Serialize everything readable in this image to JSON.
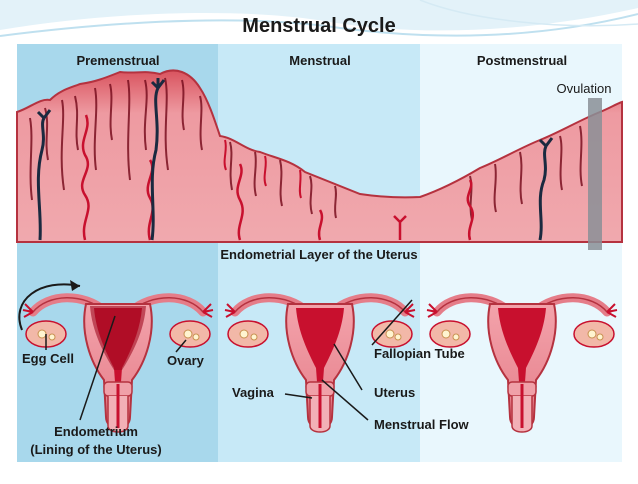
{
  "title": "Menstrual Cycle",
  "phases": {
    "premenstrual": "Premenstrual",
    "menstrual": "Menstrual",
    "postmenstrual": "Postmenstrual"
  },
  "ovulation_label": "Ovulation",
  "layer_caption": "Endometrial Layer of the Uterus",
  "labels": {
    "egg_cell": "Egg Cell",
    "ovary": "Ovary",
    "endometrium_line1": "Endometrium",
    "endometrium_line2": "(Lining of the Uterus)",
    "fallopian_tube": "Fallopian Tube",
    "vagina": "Vagina",
    "uterus": "Uterus",
    "menstrual_flow": "Menstrual Flow"
  },
  "colors": {
    "premenstrual_bg": "#a8d8ec",
    "menstrual_bg": "#c7e9f7",
    "postmenstrual_bg": "#e9f7fd",
    "tissue": "#e88a93",
    "tissue_dark": "#b5323f",
    "lining_red": "#c8102e",
    "ovulation_bar": "#8a8f96"
  }
}
